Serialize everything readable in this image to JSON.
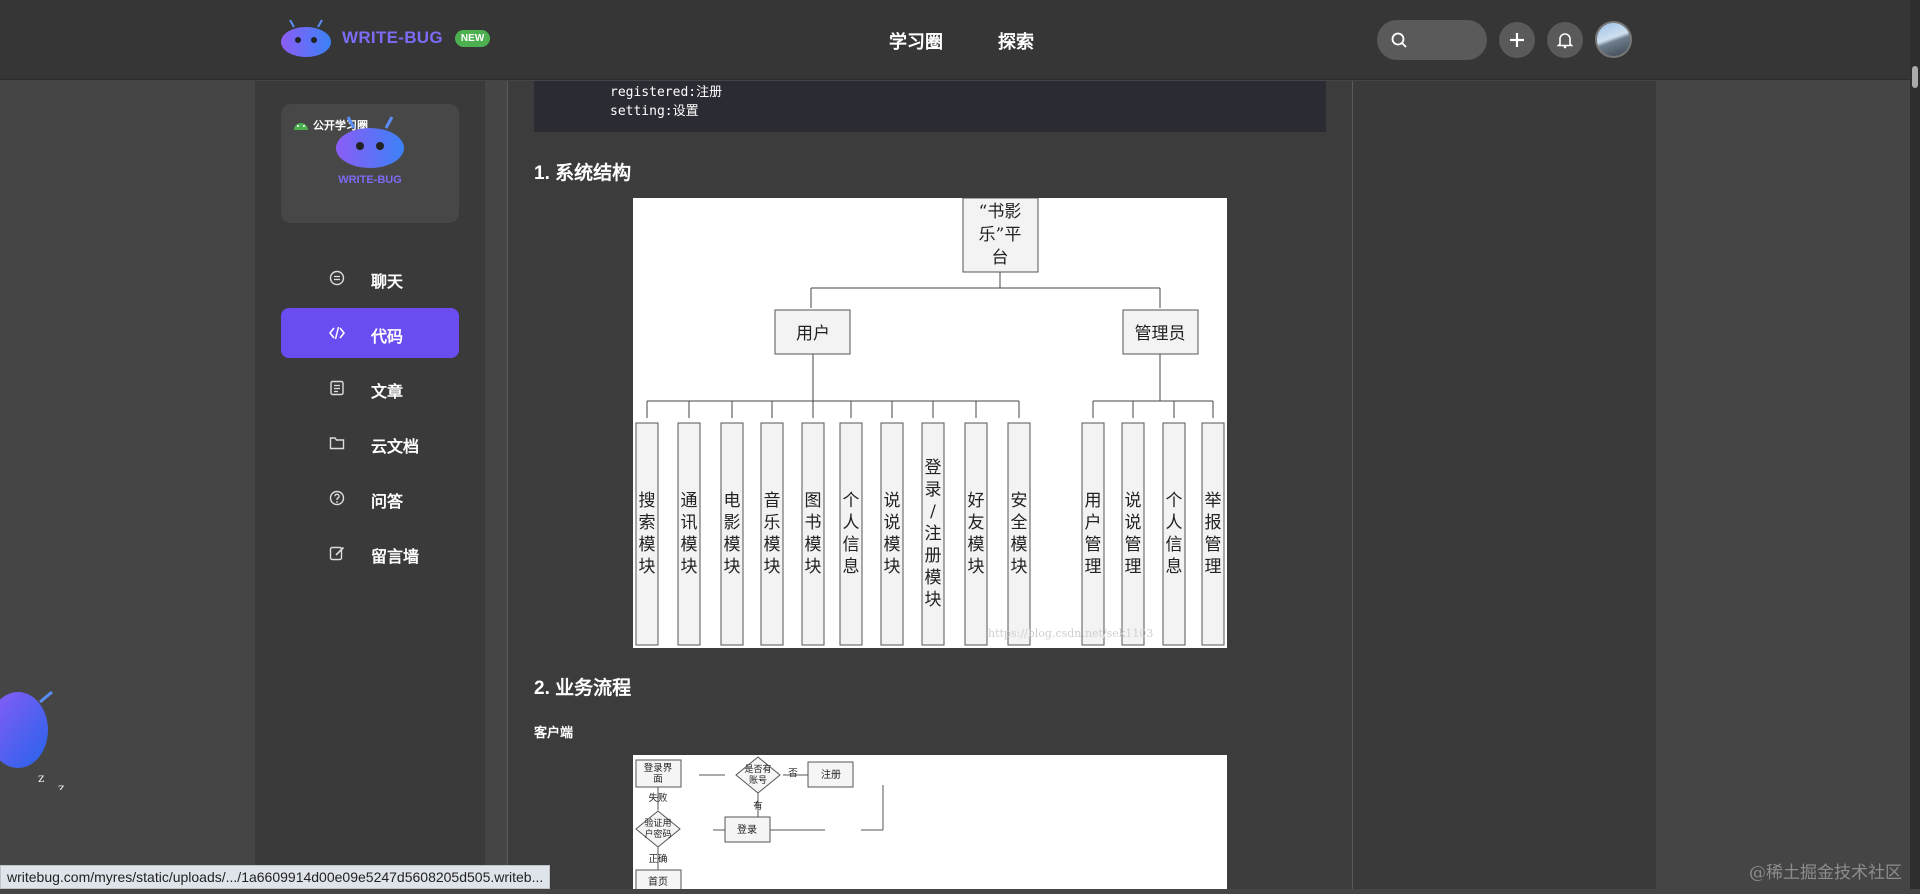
{
  "header": {
    "brand": "WRITE-BUG",
    "badge": "NEW",
    "nav": [
      "学习圈",
      "探索"
    ]
  },
  "sidebar": {
    "card_label": "公开学习圈",
    "card_brand": "WRITE-BUG",
    "items": [
      {
        "label": "聊天",
        "icon": "chat-icon"
      },
      {
        "label": "代码",
        "icon": "code-icon",
        "active": true
      },
      {
        "label": "文章",
        "icon": "article-icon"
      },
      {
        "label": "云文档",
        "icon": "folder-icon"
      },
      {
        "label": "问答",
        "icon": "question-icon"
      },
      {
        "label": "留言墙",
        "icon": "edit-icon"
      }
    ]
  },
  "article": {
    "code_lines": [
      "registered:注册",
      "setting:设置"
    ],
    "section1_title": "1. 系统结构",
    "section2_title": "2. 业务流程",
    "subsection": "客户端"
  },
  "structure_diagram": {
    "root": "“书影乐”平台",
    "user_node": "用户",
    "admin_node": "管理员",
    "user_modules": [
      "搜索模块",
      "通讯模块",
      "电影模块",
      "音乐模块",
      "图书模块",
      "个人信息",
      "说说模块",
      "登录/注册模块",
      "好友模块",
      "安全模块"
    ],
    "admin_modules": [
      "用户管理",
      "说说管理",
      "个人信息",
      "举报管理"
    ],
    "watermark": "https://blog.csdn.net/sek1103"
  },
  "flow_diagram": {
    "nodes": {
      "login_screen": "登录界面",
      "has_account": "是否有账号",
      "no": "否",
      "register": "注册",
      "fail": "失败",
      "yes": "有",
      "verify": "验证用户密码",
      "login": "登录",
      "correct": "正确",
      "home": "首页"
    }
  },
  "status_bar": {
    "url": "writebug.com/myres/static/uploads/.../1a6609914d00e09e5247d5608205d505.writeb..."
  },
  "footer": {
    "watermark": "@稀土掘金技术社区"
  },
  "colors": {
    "accent": "#6a4cf0",
    "brand": "#7b6cf6",
    "badge": "#4caf50"
  }
}
